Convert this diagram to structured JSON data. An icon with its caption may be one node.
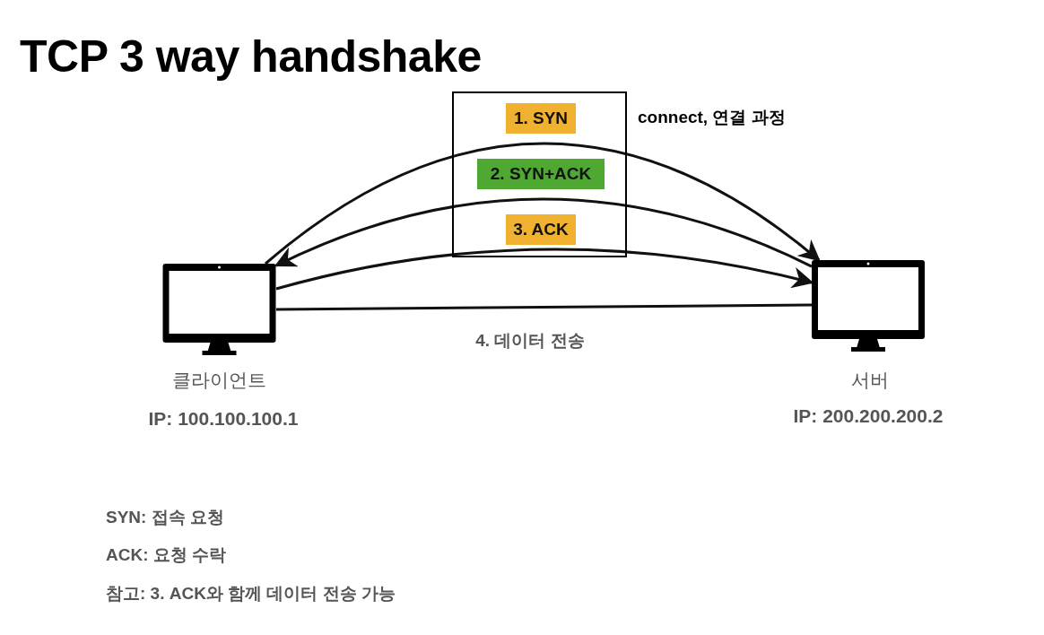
{
  "diagram": {
    "title": "TCP 3 way handshake",
    "nodes": [
      {
        "text": [],
        "shape": "monitor",
        "beside": [
          "클라이언트",
          "IP: 100.100.100.1"
        ]
      },
      {
        "text": [],
        "shape": "monitor",
        "beside": [
          "서버",
          "IP: 200.200.200.2"
        ]
      },
      {
        "text": [],
        "shape": "box",
        "beside": [
          "connect, 연결 과정"
        ]
      },
      {
        "text": [
          "1. SYN"
        ],
        "in": 2
      },
      {
        "text": [
          "2. SYN+ACK"
        ],
        "in": 2
      },
      {
        "text": [
          "3. ACK"
        ],
        "in": 2
      }
    ],
    "edges": [
      {
        "from": 0,
        "to": 1,
        "arrow": "to"
      },
      {
        "from": 1,
        "to": 0,
        "arrow": "to"
      },
      {
        "from": 0,
        "to": 1,
        "arrow": "to"
      },
      {
        "from": 0,
        "to": 1,
        "arrow": "none",
        "label": "4. 데이터 전송"
      }
    ],
    "labels": [
      "SYN: 접속 요청",
      "ACK: 요청 수락",
      "참고: 3. ACK와 함께 데이터 전송 가능"
    ]
  }
}
